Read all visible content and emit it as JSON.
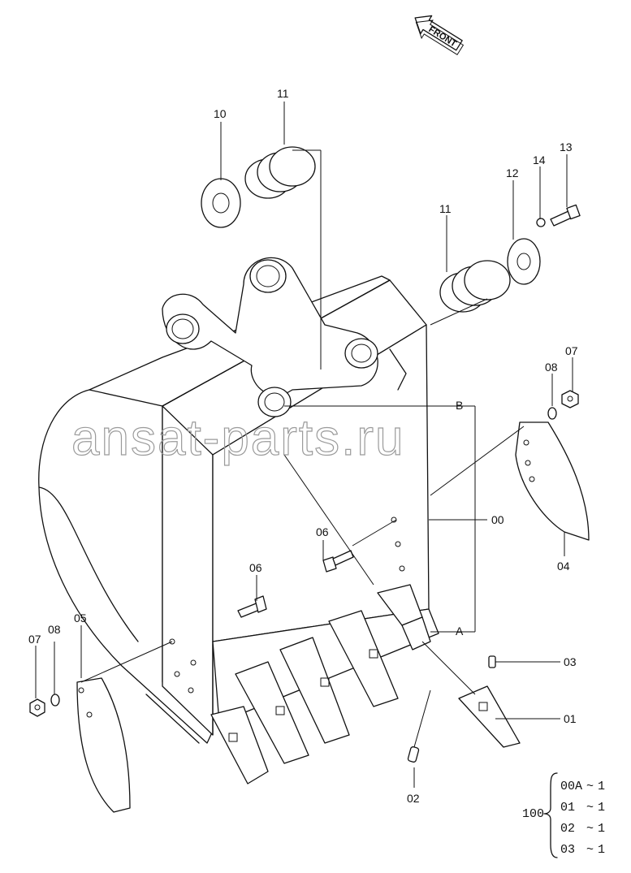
{
  "front_arrow": {
    "label": "FRONT"
  },
  "callouts": {
    "c10": "10",
    "c11_top": "11",
    "c11_right": "11",
    "c12": "12",
    "c13": "13",
    "c14": "14",
    "c07_right": "07",
    "c08_right": "08",
    "cB": "B",
    "c00": "00",
    "c06_upper": "06",
    "c06_lower": "06",
    "c04": "04",
    "cA": "A",
    "c07_left": "07",
    "c08_left": "08",
    "c05": "05",
    "c03": "03",
    "c01": "01",
    "c02": "02"
  },
  "quantity_table": {
    "assembly": "100",
    "rows": [
      {
        "part": "00A",
        "sep": "~",
        "qty": "1"
      },
      {
        "part": "01",
        "sep": "~",
        "qty": "1"
      },
      {
        "part": "02",
        "sep": "~",
        "qty": "1"
      },
      {
        "part": "03",
        "sep": "~",
        "qty": "1"
      }
    ]
  },
  "watermark": "ansat-parts.ru"
}
